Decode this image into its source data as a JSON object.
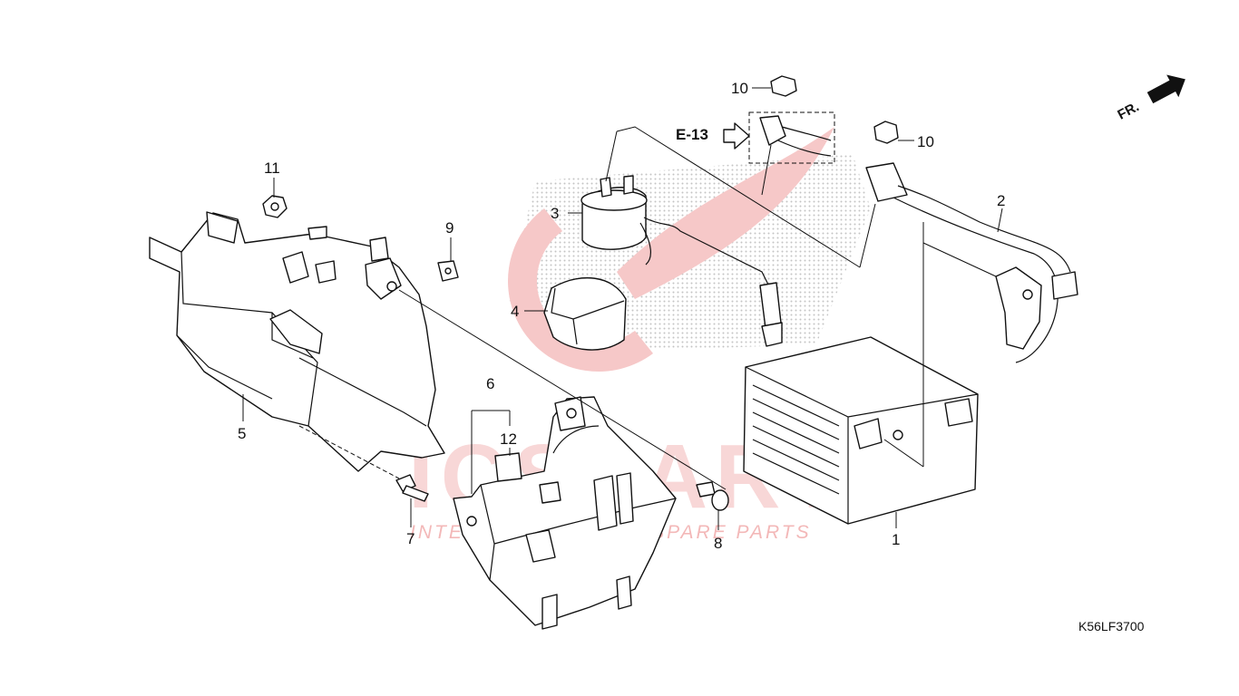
{
  "watermark": {
    "brand": "ICSPARTS",
    "tagline": "INTERCONTINENTAL SPARE PARTS",
    "color": "#f3b8b8"
  },
  "direction": {
    "label": "FR."
  },
  "reference": {
    "label": "E-13"
  },
  "drawing_code": "K56LF3700",
  "callouts": {
    "p1": "1",
    "p2": "2",
    "p3": "3",
    "p4": "4",
    "p5": "5",
    "p6": "6",
    "p7": "7",
    "p8": "8",
    "p9": "9",
    "p10a": "10",
    "p10b": "10",
    "p11": "11",
    "p12": "12"
  }
}
